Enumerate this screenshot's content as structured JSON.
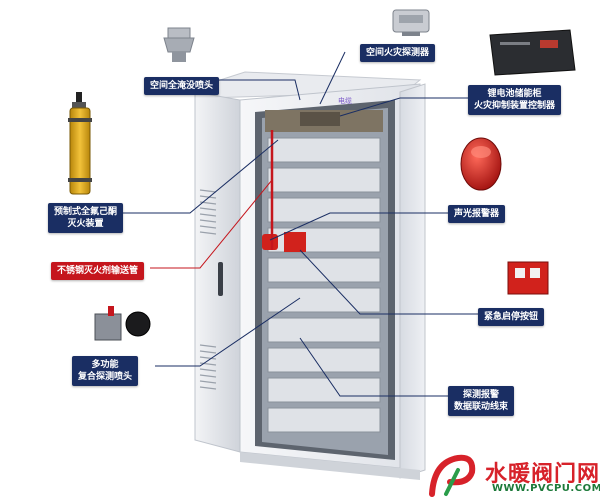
{
  "labels": {
    "flooding_nozzle": "空间全淹没喷头",
    "fire_detector": "空间火灾探测器",
    "controller_line1": "锂电池储能柜",
    "controller_line2": "火灾抑制装置控制器",
    "extinguisher_line1": "预制式全氟己酮",
    "extinguisher_line2": "灭火装置",
    "alarm": "声光报警器",
    "pipe": "不锈钢灭火剂输送管",
    "emergency_button": "紧急启停按钮",
    "multi_nozzle_line1": "多功能",
    "multi_nozzle_line2": "复合探测喷头",
    "detection_line1": "探测报警",
    "detection_line2": "数据联动线束",
    "small_tag": "电缆"
  },
  "watermark": {
    "brand": "水暖阀门网",
    "url": "WWW.PVCPU.COM"
  },
  "colors": {
    "label_bg": "#1a2e63",
    "label_red": "#c5161d",
    "leader_line": "#1a2e63",
    "leader_red": "#c5161d",
    "cabinet": "#eef0f4",
    "brand_red": "#d7222a",
    "brand_green": "#1d7a3a"
  },
  "icons": [
    "nozzle-icon",
    "detector-icon",
    "controller-icon",
    "extinguisher-icon",
    "alarm-icon",
    "button-icon",
    "multi-nozzle-icon",
    "logo-icon"
  ]
}
